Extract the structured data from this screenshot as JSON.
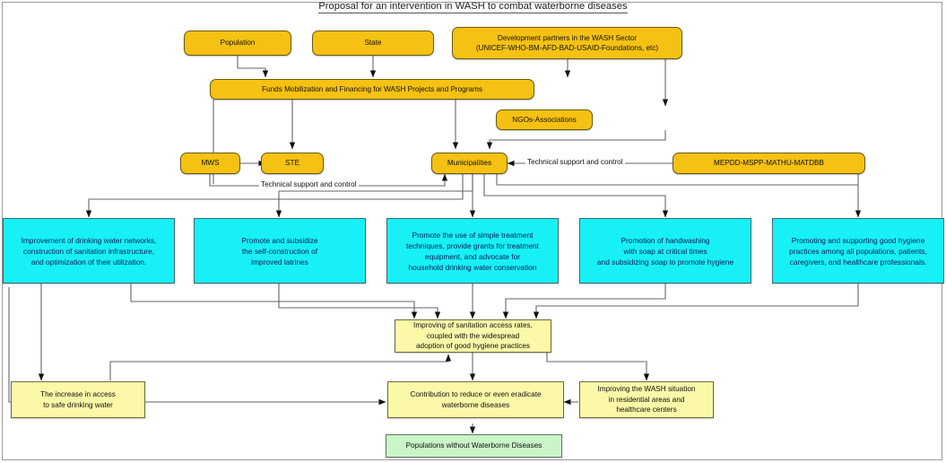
{
  "diagram": {
    "title": "Proposal for an intervention in WASH to combat waterborne diseases",
    "nodes": {
      "population": "Population",
      "state": "State",
      "development_partners": "Development partners in the WASH Sector\n(UNICEF-WHO-BM-AFD-BAD-USAID-Foundations, etc)",
      "funds": "Funds Mobilization and Financing for WASH Projects and Programs",
      "ngos": "NGOs-Associations",
      "mws": "MWS",
      "ste": "STE",
      "municipalities": "Municipalities",
      "ministries": "MEPDD-MSPP-MATHU-MATDBB",
      "action1": "Improvement of drinking water networks,\nconstruction of sanitation infrastructure,\nand optimization of their utilization.",
      "action2": "Promote and subsidize\nthe self-construction of\nimproved latrines",
      "action3": "Promote the use of simple treatment\ntechniques,  provide grants for treatment\nequipment, and advocate for\nhousehold drinking water conservation",
      "action4": "Promotion of handwashing\nwith soap at critical times\nand subsidizing soap to promote hygiene",
      "action5": "Promoting and supporting good hygiene\npractices among all populations, patients,\ncaregivers, and healthcare professionals.",
      "sanitation_outcome": "Improving of sanitation access rates,\ncoupled with the widespread\nadoption of good hygiene practices",
      "water_access_outcome": "The increase in access\nto safe drinking water",
      "contribution_outcome": "Contribution to reduce or even eradicate\nwaterborne diseases",
      "wash_situation_outcome": "Improving the WASH situation\nin residential areas and\nhealthcare centers",
      "final_outcome": "Populations without Waterborne Diseases"
    },
    "edge_labels": {
      "technical_support_left": "Technical support and control",
      "technical_support_right": "Technical support and control"
    },
    "colors": {
      "gold": "#f5c113",
      "cyan": "#17f0f7",
      "pale_yellow": "#fbf8a8",
      "pale_green": "#caf5c9",
      "wire": "#666666",
      "text": "#101010"
    }
  }
}
